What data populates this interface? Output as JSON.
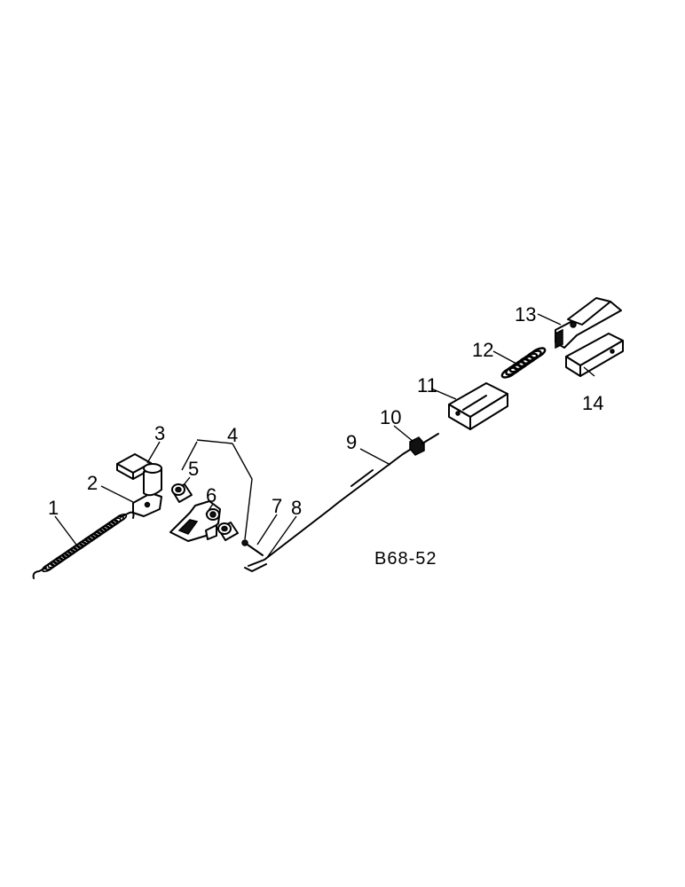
{
  "figure_code": "B68-52",
  "callouts": [
    {
      "id": "1",
      "text": "1"
    },
    {
      "id": "2",
      "text": "2"
    },
    {
      "id": "3",
      "text": "3"
    },
    {
      "id": "4",
      "text": "4"
    },
    {
      "id": "5",
      "text": "5"
    },
    {
      "id": "6",
      "text": "6"
    },
    {
      "id": "7",
      "text": "7"
    },
    {
      "id": "8",
      "text": "8"
    },
    {
      "id": "9",
      "text": "9"
    },
    {
      "id": "10",
      "text": "10"
    },
    {
      "id": "11",
      "text": "11"
    },
    {
      "id": "12",
      "text": "12"
    },
    {
      "id": "13",
      "text": "13"
    },
    {
      "id": "14",
      "text": "14"
    }
  ]
}
